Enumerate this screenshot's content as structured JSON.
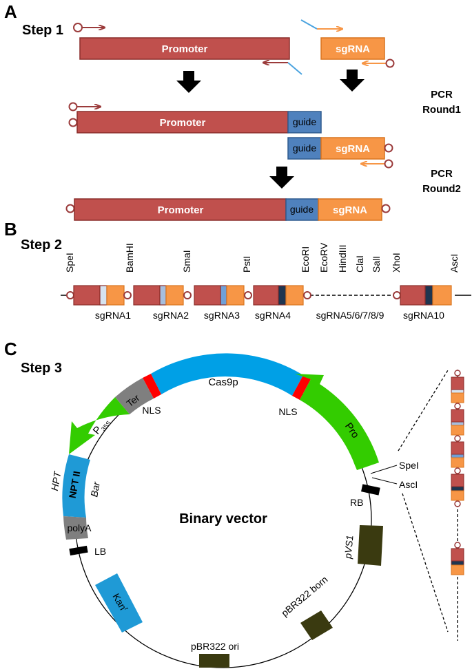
{
  "panels": {
    "a": "A",
    "b": "B",
    "c": "C"
  },
  "steps": {
    "step1": "Step 1",
    "step2": "Step 2",
    "step3": "Step 3"
  },
  "step1": {
    "promoter": "Promoter",
    "sgrna": "sgRNA",
    "guide": "guide",
    "pcr_round1": [
      "PCR",
      "Round1"
    ],
    "pcr_round2": [
      "PCR",
      "Round2"
    ]
  },
  "step2": {
    "sites": [
      "SpeI",
      "BamHI",
      "SmaI",
      "PstI",
      "EcoRI",
      "EcoRV",
      "HindIII",
      "ClaI",
      "SalI",
      "XhoI",
      "AscI"
    ],
    "sgrnas": [
      "sgRNA1",
      "sgRNA2",
      "sgRNA3",
      "sgRNA4",
      "sgRNA5/6/7/8/9",
      "sgRNA10"
    ]
  },
  "step3": {
    "title": "Binary vector",
    "cas9": "Cas9p",
    "nls": "NLS",
    "ter": "Ter",
    "p35s": "P",
    "p35s_sub": "35S",
    "pro": "Pro",
    "hpt": "HPT",
    "nptii": "NPT II",
    "bar": "Bar",
    "polya": "polyA",
    "lb": "LB",
    "rb": "RB",
    "kan": "Kan",
    "kan_sup": "r",
    "pbr_ori": "pBR322 ori",
    "pbr_born": "pBR322 born",
    "pvs1": "pVS1",
    "spei": "SpeI",
    "asci": "AscI"
  },
  "colors": {
    "promoter": "#c0504d",
    "sgrna": "#f79646",
    "guide": "#4f81bd",
    "cas9": "#00a0e6",
    "green": "#33cc00",
    "grey": "#7f7f7f",
    "dark": "#3a3a10",
    "nls": "#ff0000",
    "primer_red": "#9b3b3b",
    "primer_orange": "#f79646",
    "primer_blue": "#4aa3df"
  }
}
